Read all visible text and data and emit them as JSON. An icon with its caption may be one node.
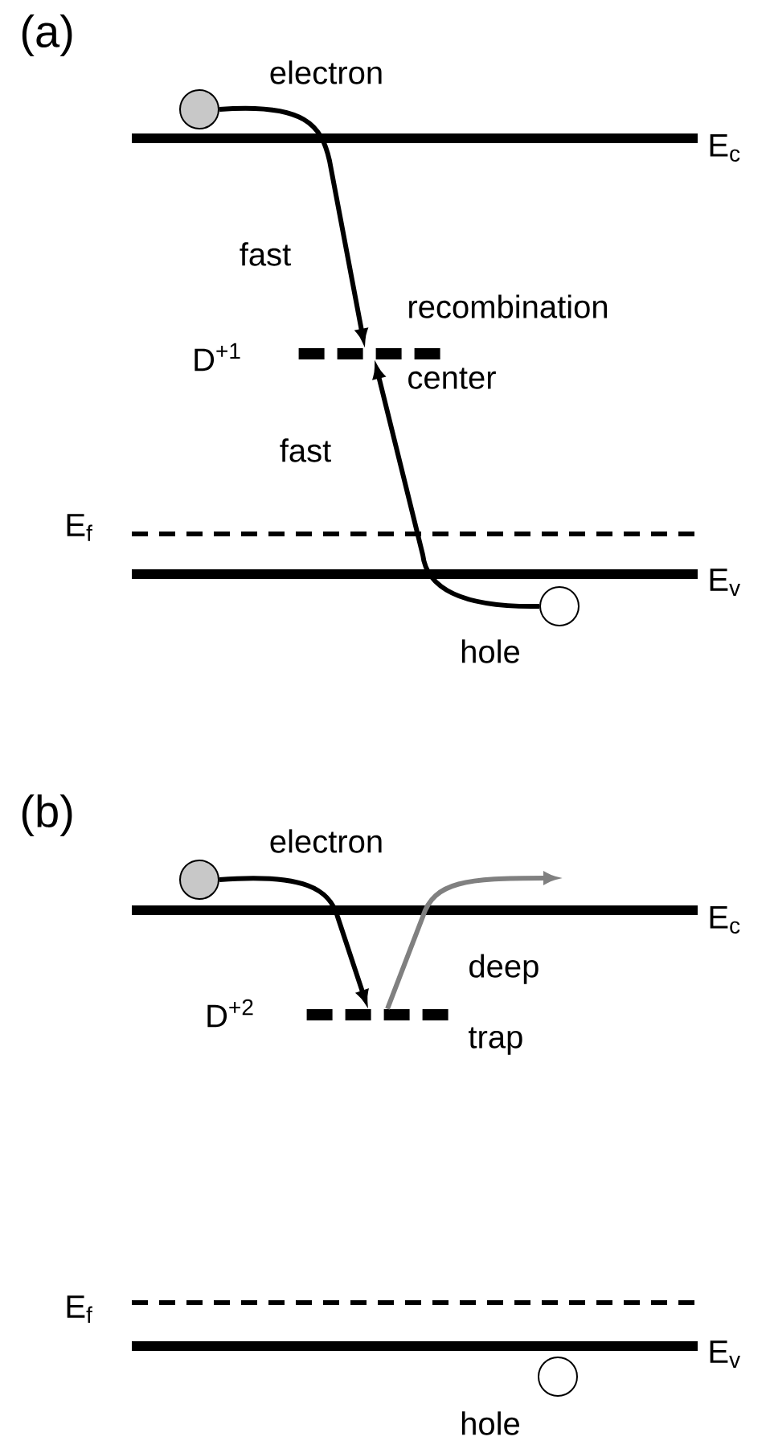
{
  "diagram": {
    "nodes": [
      {
        "text": [],
        "shape": "circle",
        "beside": [
          "electron"
        ]
      },
      {
        "text": [],
        "shape": "bar",
        "beside": [
          "D$^{+1}$",
          "recombination center"
        ]
      },
      {
        "text": [],
        "shape": "circle",
        "beside": [
          "hole"
        ]
      },
      {
        "text": [],
        "shape": "circle",
        "beside": [
          "electron"
        ]
      },
      {
        "text": [],
        "shape": "bar",
        "beside": [
          "D$^{+2}$",
          "deep trap"
        ]
      },
      {
        "text": [],
        "shape": "circle",
        "beside": [
          "hole"
        ]
      }
    ],
    "edges": [
      {
        "from": 0,
        "to": 1,
        "arrow": "to",
        "label": "fast"
      },
      {
        "from": 2,
        "to": 1,
        "arrow": "to",
        "label": "fast"
      },
      {
        "from": 3,
        "to": 4,
        "arrow": "to"
      },
      {
        "from": 4,
        "to": null,
        "arrow": "to",
        "color": "#808080"
      }
    ],
    "labels": [
      "(a)",
      "E$_{c}$",
      "E$_{f}$",
      "E$_{v}$",
      "(b)",
      "E$_{c}$",
      "E$_{f}$",
      "E$_{v}$"
    ]
  }
}
